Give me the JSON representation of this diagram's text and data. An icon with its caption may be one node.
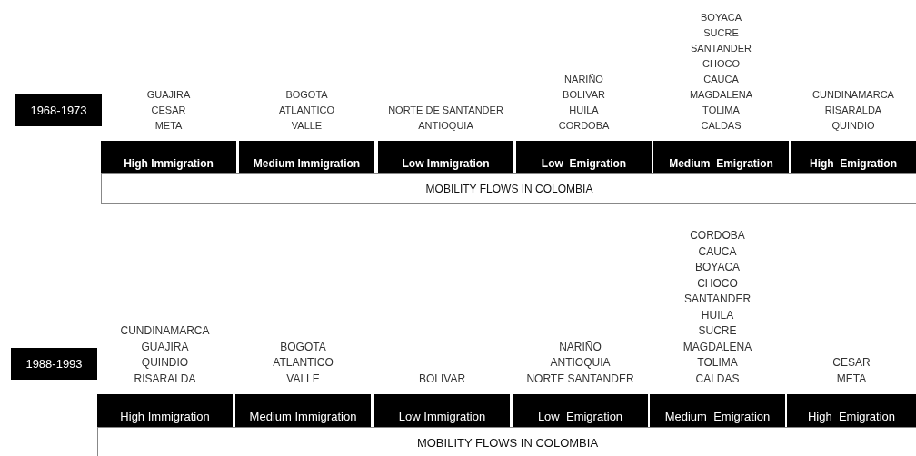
{
  "diagram": {
    "nodes": [
      {
        "text": [
          "1968-1973"
        ]
      },
      {
        "text": [
          "High Immigration"
        ],
        "beside": [
          "GUAJIRA",
          "CESAR",
          "META"
        ]
      },
      {
        "text": [
          "Medium Immigration"
        ],
        "beside": [
          "BOGOTA",
          "ATLANTICO",
          "VALLE"
        ]
      },
      {
        "text": [
          "Low Immigration"
        ],
        "beside": [
          "NORTE DE SANTANDER",
          "ANTIOQUIA"
        ]
      },
      {
        "text": [
          "Low  Emigration"
        ],
        "beside": [
          "NARIÑO",
          "BOLIVAR",
          "HUILA",
          "CORDOBA"
        ]
      },
      {
        "text": [
          "Medium  Emigration"
        ],
        "beside": [
          "BOYACA",
          "SUCRE",
          "SANTANDER",
          "CHOCO",
          "CAUCA",
          "MAGDALENA",
          "TOLIMA",
          "CALDAS"
        ]
      },
      {
        "text": [
          "High  Emigration"
        ],
        "beside": [
          "CUNDINAMARCA",
          "RISARALDA",
          "QUINDIO"
        ]
      },
      {
        "text": [
          "MOBILITY FLOWS IN COLOMBIA"
        ]
      },
      {
        "text": [
          "1988-1993"
        ]
      },
      {
        "text": [
          "High Immigration"
        ],
        "beside": [
          "CUNDINAMARCA",
          "GUAJIRA",
          "QUINDIO",
          "RISARALDA"
        ]
      },
      {
        "text": [
          "Medium Immigration"
        ],
        "beside": [
          "BOGOTA",
          "ATLANTICO",
          "VALLE"
        ]
      },
      {
        "text": [
          "Low Immigration"
        ],
        "beside": [
          "BOLIVAR"
        ]
      },
      {
        "text": [
          "Low  Emigration"
        ],
        "beside": [
          "NARIÑO",
          "ANTIOQUIA",
          "NORTE SANTANDER"
        ]
      },
      {
        "text": [
          "Medium  Emigration"
        ],
        "beside": [
          "CORDOBA",
          "CAUCA",
          "BOYACA",
          "CHOCO",
          "SANTANDER",
          "HUILA",
          "SUCRE",
          "MAGDALENA",
          "TOLIMA",
          "CALDAS"
        ]
      },
      {
        "text": [
          "High  Emigration"
        ],
        "beside": [
          "CESAR",
          "META"
        ]
      },
      {
        "text": [
          "MOBILITY FLOWS IN COLOMBIA"
        ]
      }
    ]
  }
}
